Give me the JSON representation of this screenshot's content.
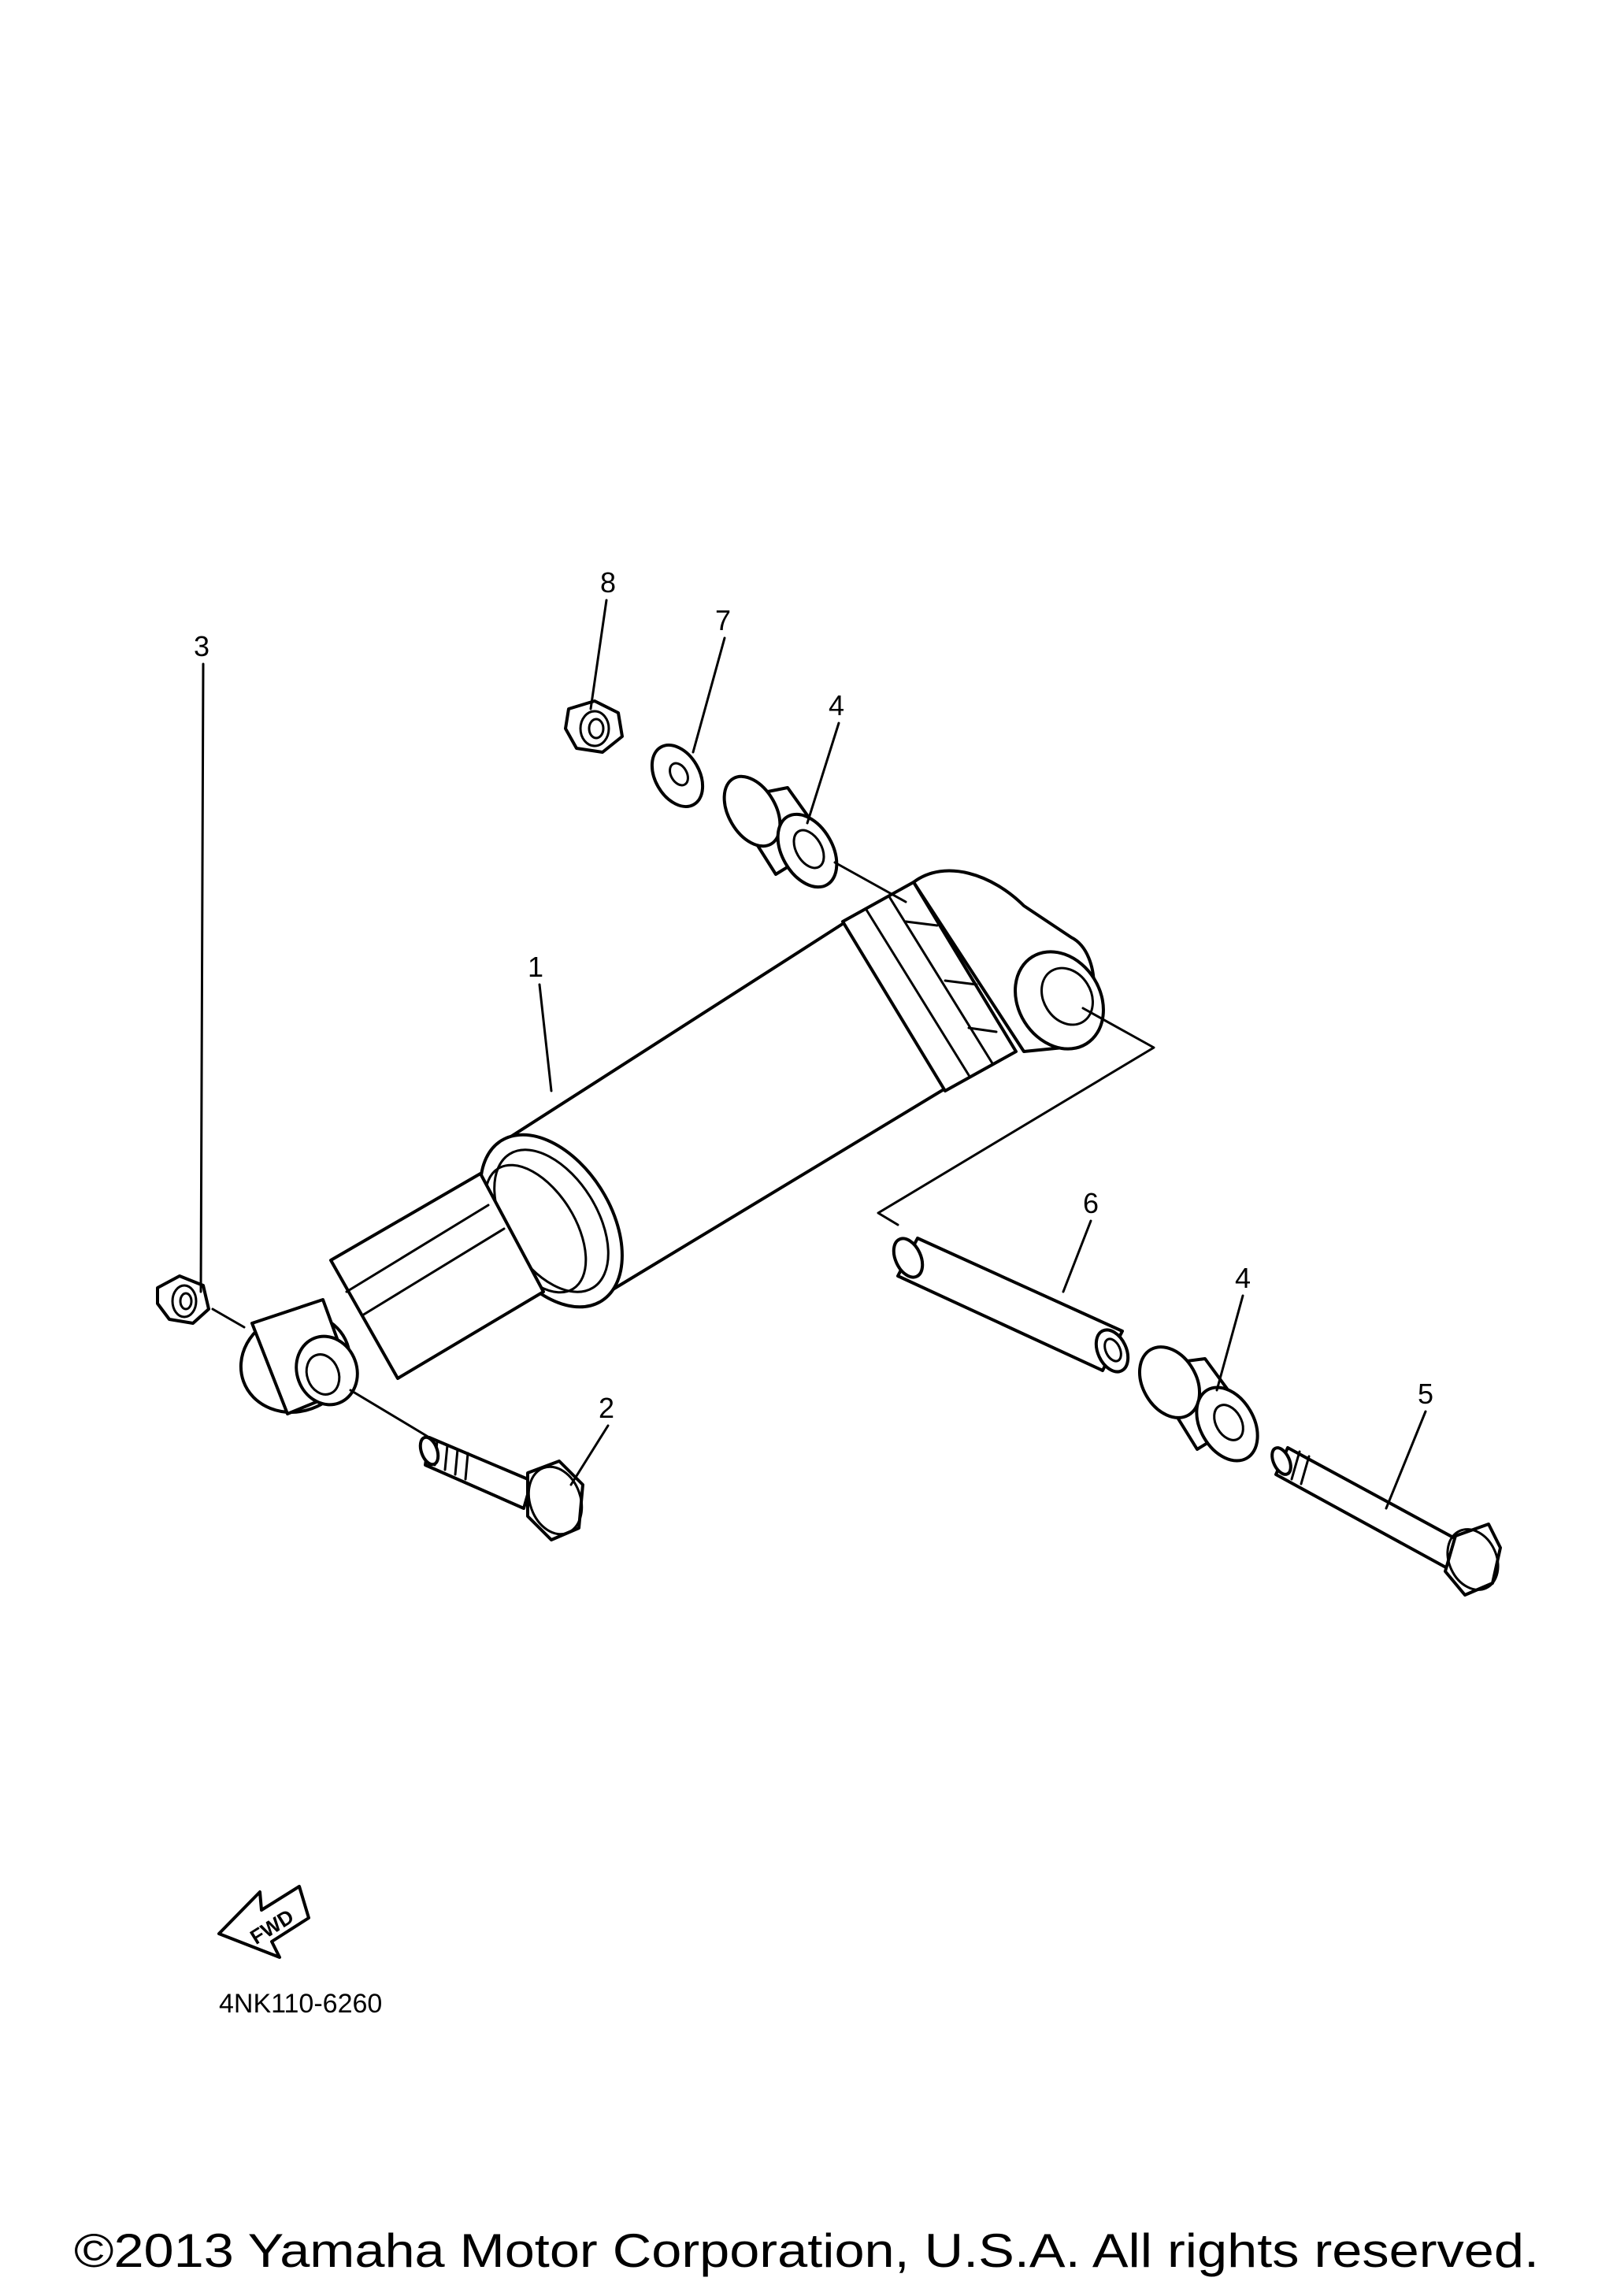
{
  "callouts": {
    "c1": "1",
    "c2": "2",
    "c3": "3",
    "c4a": "4",
    "c4b": "4",
    "c5": "5",
    "c6": "6",
    "c7": "7",
    "c8": "8"
  },
  "fwd_label": "FWD",
  "diagram_code": "4NK110-6260",
  "copyright": "©2013 Yamaha Motor Corporation, U.S.A. All rights reserved."
}
